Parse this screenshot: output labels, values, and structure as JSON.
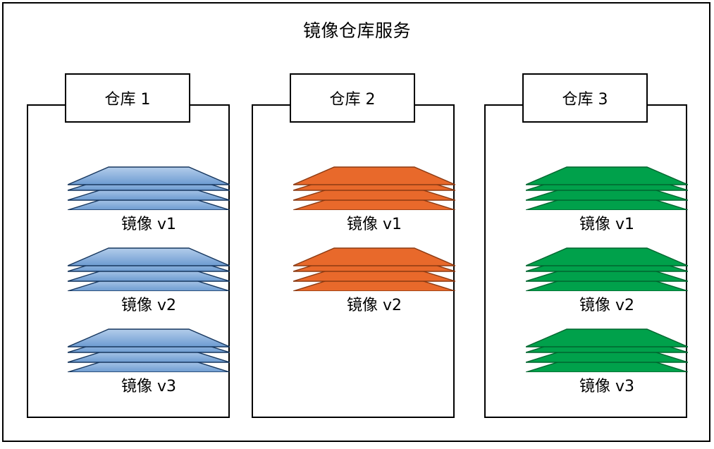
{
  "diagram": {
    "title": "镜像仓库服务",
    "type": "container-registry-architecture",
    "colors": {
      "border": "#000000",
      "background": "#ffffff",
      "repo1_fill_light": "#A8C6E8",
      "repo1_fill_dark": "#6D9BD1",
      "repo1_stroke": "#17375E",
      "repo2_fill": "#E8692B",
      "repo2_stroke": "#8C3A12",
      "repo3_fill": "#00A14B",
      "repo3_stroke": "#00662F"
    }
  },
  "repositories": [
    {
      "label": "仓库 1",
      "accent": "#6D9BD1",
      "images": [
        {
          "caption": "镜像 v1"
        },
        {
          "caption": "镜像 v2"
        },
        {
          "caption": "镜像 v3"
        }
      ]
    },
    {
      "label": "仓库 2",
      "accent": "#E8692B",
      "images": [
        {
          "caption": "镜像 v1"
        },
        {
          "caption": "镜像 v2"
        }
      ]
    },
    {
      "label": "仓库 3",
      "accent": "#00A14B",
      "images": [
        {
          "caption": "镜像 v1"
        },
        {
          "caption": "镜像 v2"
        },
        {
          "caption": "镜像 v3"
        }
      ]
    }
  ]
}
